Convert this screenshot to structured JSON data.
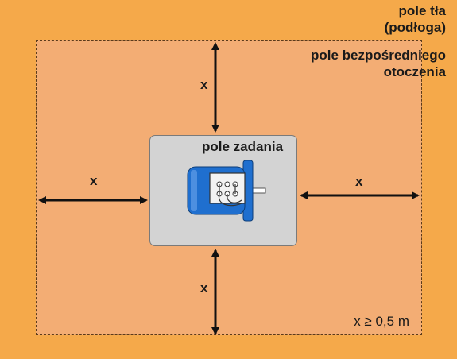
{
  "zones": {
    "background": {
      "line1": "pole tła",
      "line2": "(podłoga)",
      "color": "#f5a94a"
    },
    "surrounding": {
      "line1": "pole bezpośredniego",
      "line2": "otoczenia",
      "color": "#f3ad74"
    },
    "task": {
      "label": "pole zadania",
      "color": "#d3d3d3"
    }
  },
  "distance": {
    "symbol": "x",
    "rule": "x ≥ 0,5 m"
  },
  "icons": {
    "arrows": "double-headed-arrow-icon",
    "machine": "electric-motor-icon",
    "motor_color": "#1f6fcf"
  }
}
